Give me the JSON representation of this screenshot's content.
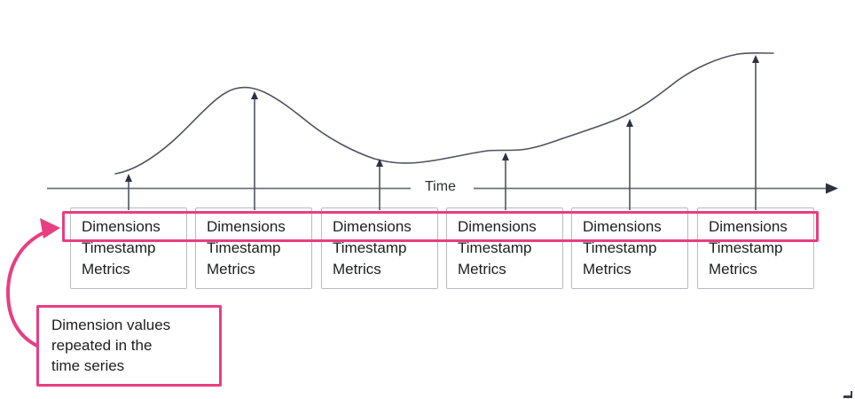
{
  "diagram": {
    "title_semantic": "time-series data model: dimension values repeated in each record",
    "axis": {
      "label": "Time"
    },
    "records": [
      {
        "fields": [
          "Dimensions",
          "Timestamp",
          "Metrics"
        ]
      },
      {
        "fields": [
          "Dimensions",
          "Timestamp",
          "Metrics"
        ]
      },
      {
        "fields": [
          "Dimensions",
          "Timestamp",
          "Metrics"
        ]
      },
      {
        "fields": [
          "Dimensions",
          "Timestamp",
          "Metrics"
        ]
      },
      {
        "fields": [
          "Dimensions",
          "Timestamp",
          "Metrics"
        ]
      },
      {
        "fields": [
          "Dimensions",
          "Timestamp",
          "Metrics"
        ]
      }
    ],
    "annotation": {
      "note_lines": [
        "Dimension values",
        "repeated in the",
        "time series"
      ]
    },
    "colors": {
      "highlight_pink": "#e83e82",
      "curve_line": "#4d5360",
      "axis_line": "#6b707a",
      "arrowhead_dark": "#2c323e",
      "box_border": "#b7bac0",
      "text": "#1d1e20"
    }
  }
}
